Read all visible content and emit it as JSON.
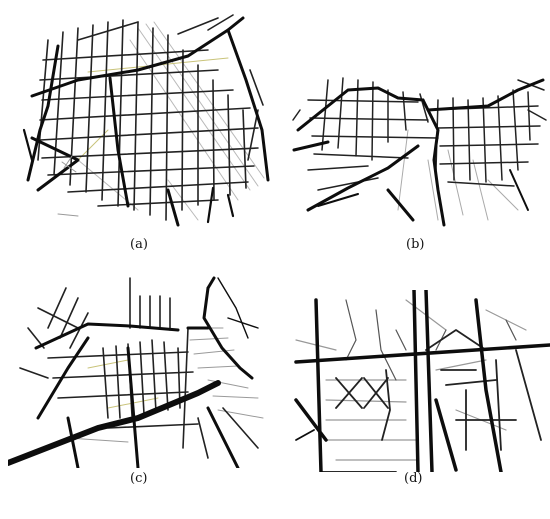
{
  "figure": {
    "panels": [
      {
        "id": "a",
        "caption": "(a)"
      },
      {
        "id": "b",
        "caption": "(b)"
      },
      {
        "id": "c",
        "caption": "(c)"
      },
      {
        "id": "d",
        "caption": "(d)"
      }
    ],
    "colors": {
      "major_road": "#111111",
      "minor_road": "#3a3a3a",
      "faint_path": "#9a9a9a",
      "accent_path": "#c9c37a"
    }
  }
}
